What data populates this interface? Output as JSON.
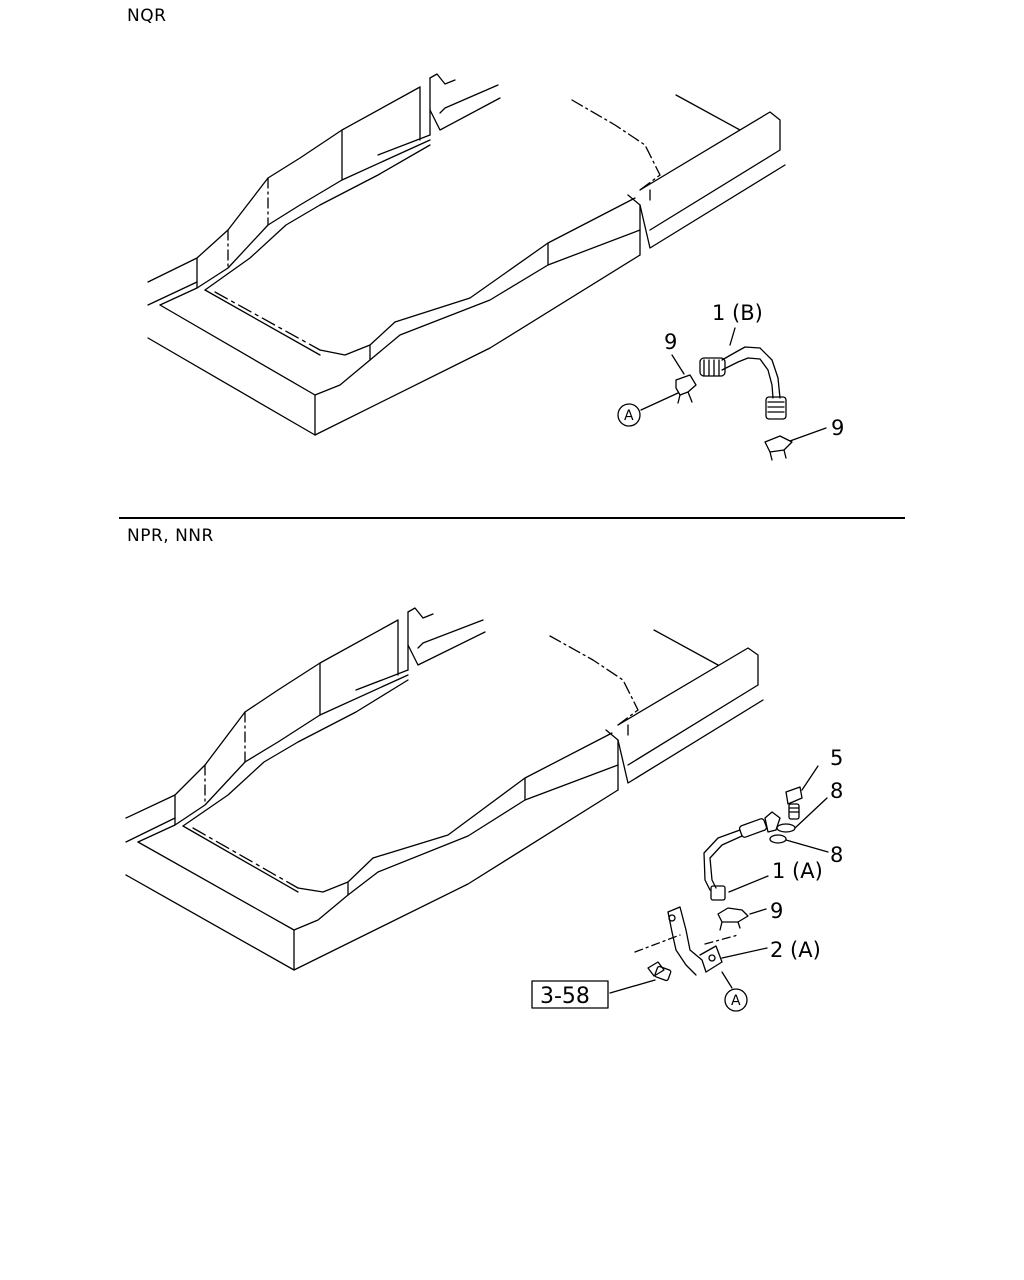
{
  "sections": [
    {
      "title": "NQR",
      "callouts": [
        "1 (B)",
        "9",
        "9"
      ],
      "ref_letter": "A"
    },
    {
      "title": "NPR, NNR",
      "callouts": [
        "5",
        "8",
        "8",
        "1 (A)",
        "9",
        "2 (A)"
      ],
      "ref_letter": "A",
      "ref_box": "3-58"
    }
  ]
}
